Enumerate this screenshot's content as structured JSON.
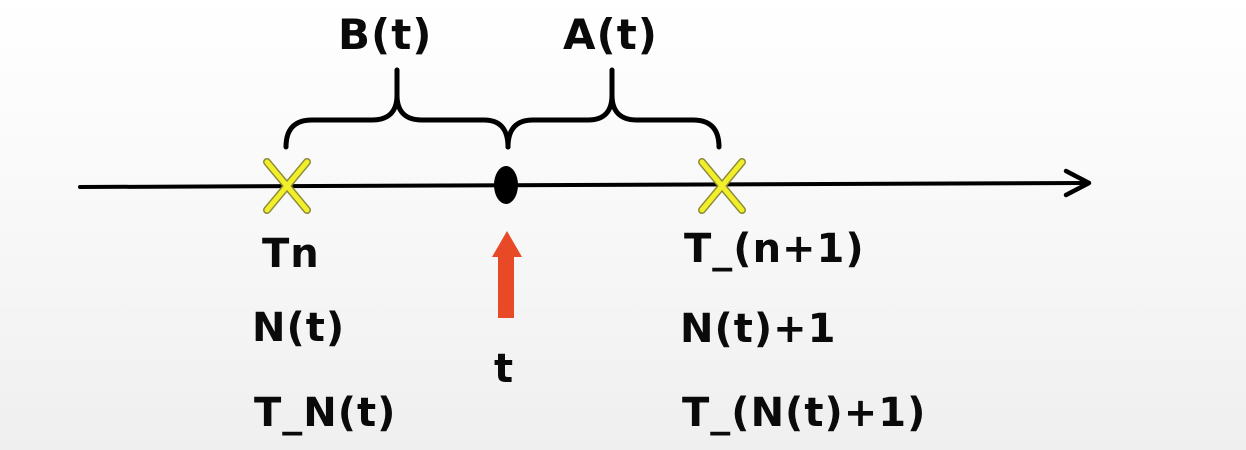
{
  "braces": {
    "left_label": "B(t)",
    "right_label": "A(t)"
  },
  "left_event": {
    "labels": [
      "Tn",
      "N(t)",
      "T_N(t)"
    ]
  },
  "current_time": {
    "label": "t"
  },
  "right_event": {
    "labels": [
      "T_(n+1)",
      "N(t)+1",
      "T_(N(t)+1)"
    ]
  },
  "colors": {
    "axis": "#000000",
    "event_marker": "#f2ef2a",
    "event_marker_outline": "#8a8a3a",
    "time_arrow": "#e84a27",
    "text": "#0a0a0a"
  },
  "icons": {
    "event_marker": "cross-mark-icon",
    "time_point": "filled-dot-icon",
    "time_pointer": "up-arrow-icon"
  }
}
